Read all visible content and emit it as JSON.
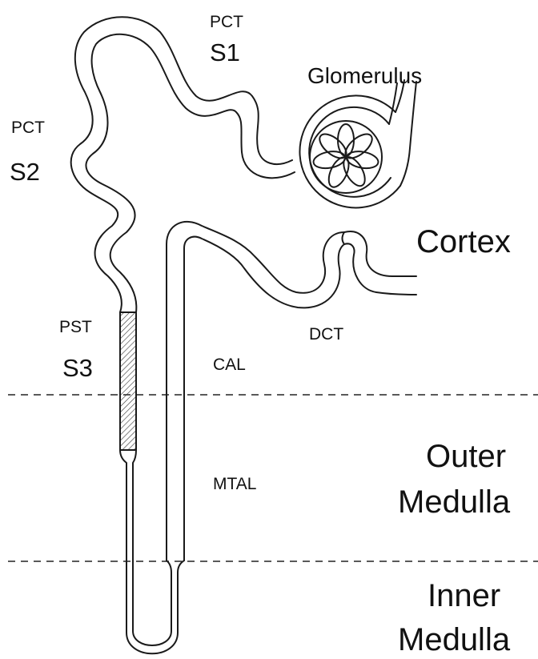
{
  "labels": {
    "pct_s1_top": "PCT",
    "pct_s1_seg": "S1",
    "pct_s2_top": "PCT",
    "pct_s2_seg": "S2",
    "pst": "PST",
    "s3": "S3",
    "glomerulus": "Glomerulus",
    "cortex": "Cortex",
    "dct": "DCT",
    "cal": "CAL",
    "mtal": "MTAL",
    "outer_1": "Outer",
    "outer_2": "Medulla",
    "inner_1": "Inner",
    "inner_2": "Medulla"
  },
  "colors": {
    "line": "#1a1a1a",
    "background": "#ffffff"
  }
}
